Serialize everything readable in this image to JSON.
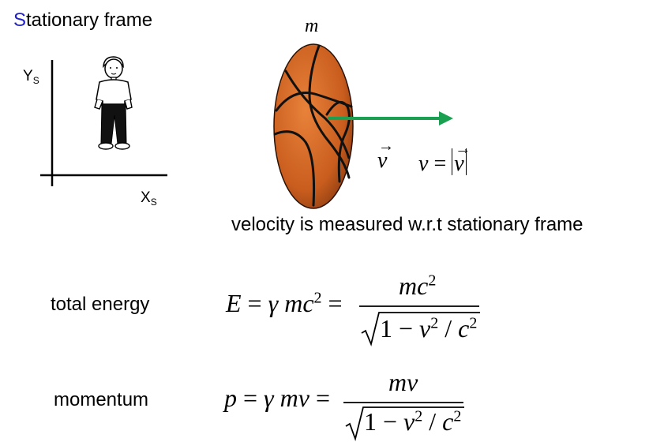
{
  "title": {
    "first_letter": "S",
    "rest": "tationary frame"
  },
  "axes": {
    "y_label": "Y",
    "y_sub": "S",
    "x_label": "X",
    "x_sub": "S"
  },
  "mass_label": "m",
  "velocity_vector": "v",
  "speed_lhs": "v",
  "velocity_note": "velocity is measured w.r.t stationary frame",
  "energy": {
    "label": "total energy",
    "lhs": "E",
    "gamma": "γ",
    "m": "m",
    "c": "c",
    "exp": "2",
    "num_m": "m",
    "num_c": "c",
    "num_exp": "2",
    "one": "1",
    "den_v": "v",
    "den_exp1": "2",
    "den_c": "c",
    "den_exp2": "2"
  },
  "momentum": {
    "label": "momentum",
    "lhs": "p",
    "gamma": "γ",
    "m": "m",
    "v": "v",
    "num_m": "m",
    "num_v": "v",
    "one": "1",
    "den_v": "v",
    "den_exp1": "2",
    "den_c": "c",
    "den_exp2": "2"
  },
  "colors": {
    "title_first_letter": "#1f1fd0",
    "arrow": "#1aa050",
    "ball_fill": "#c95d1e",
    "ball_seams": "#111111"
  }
}
